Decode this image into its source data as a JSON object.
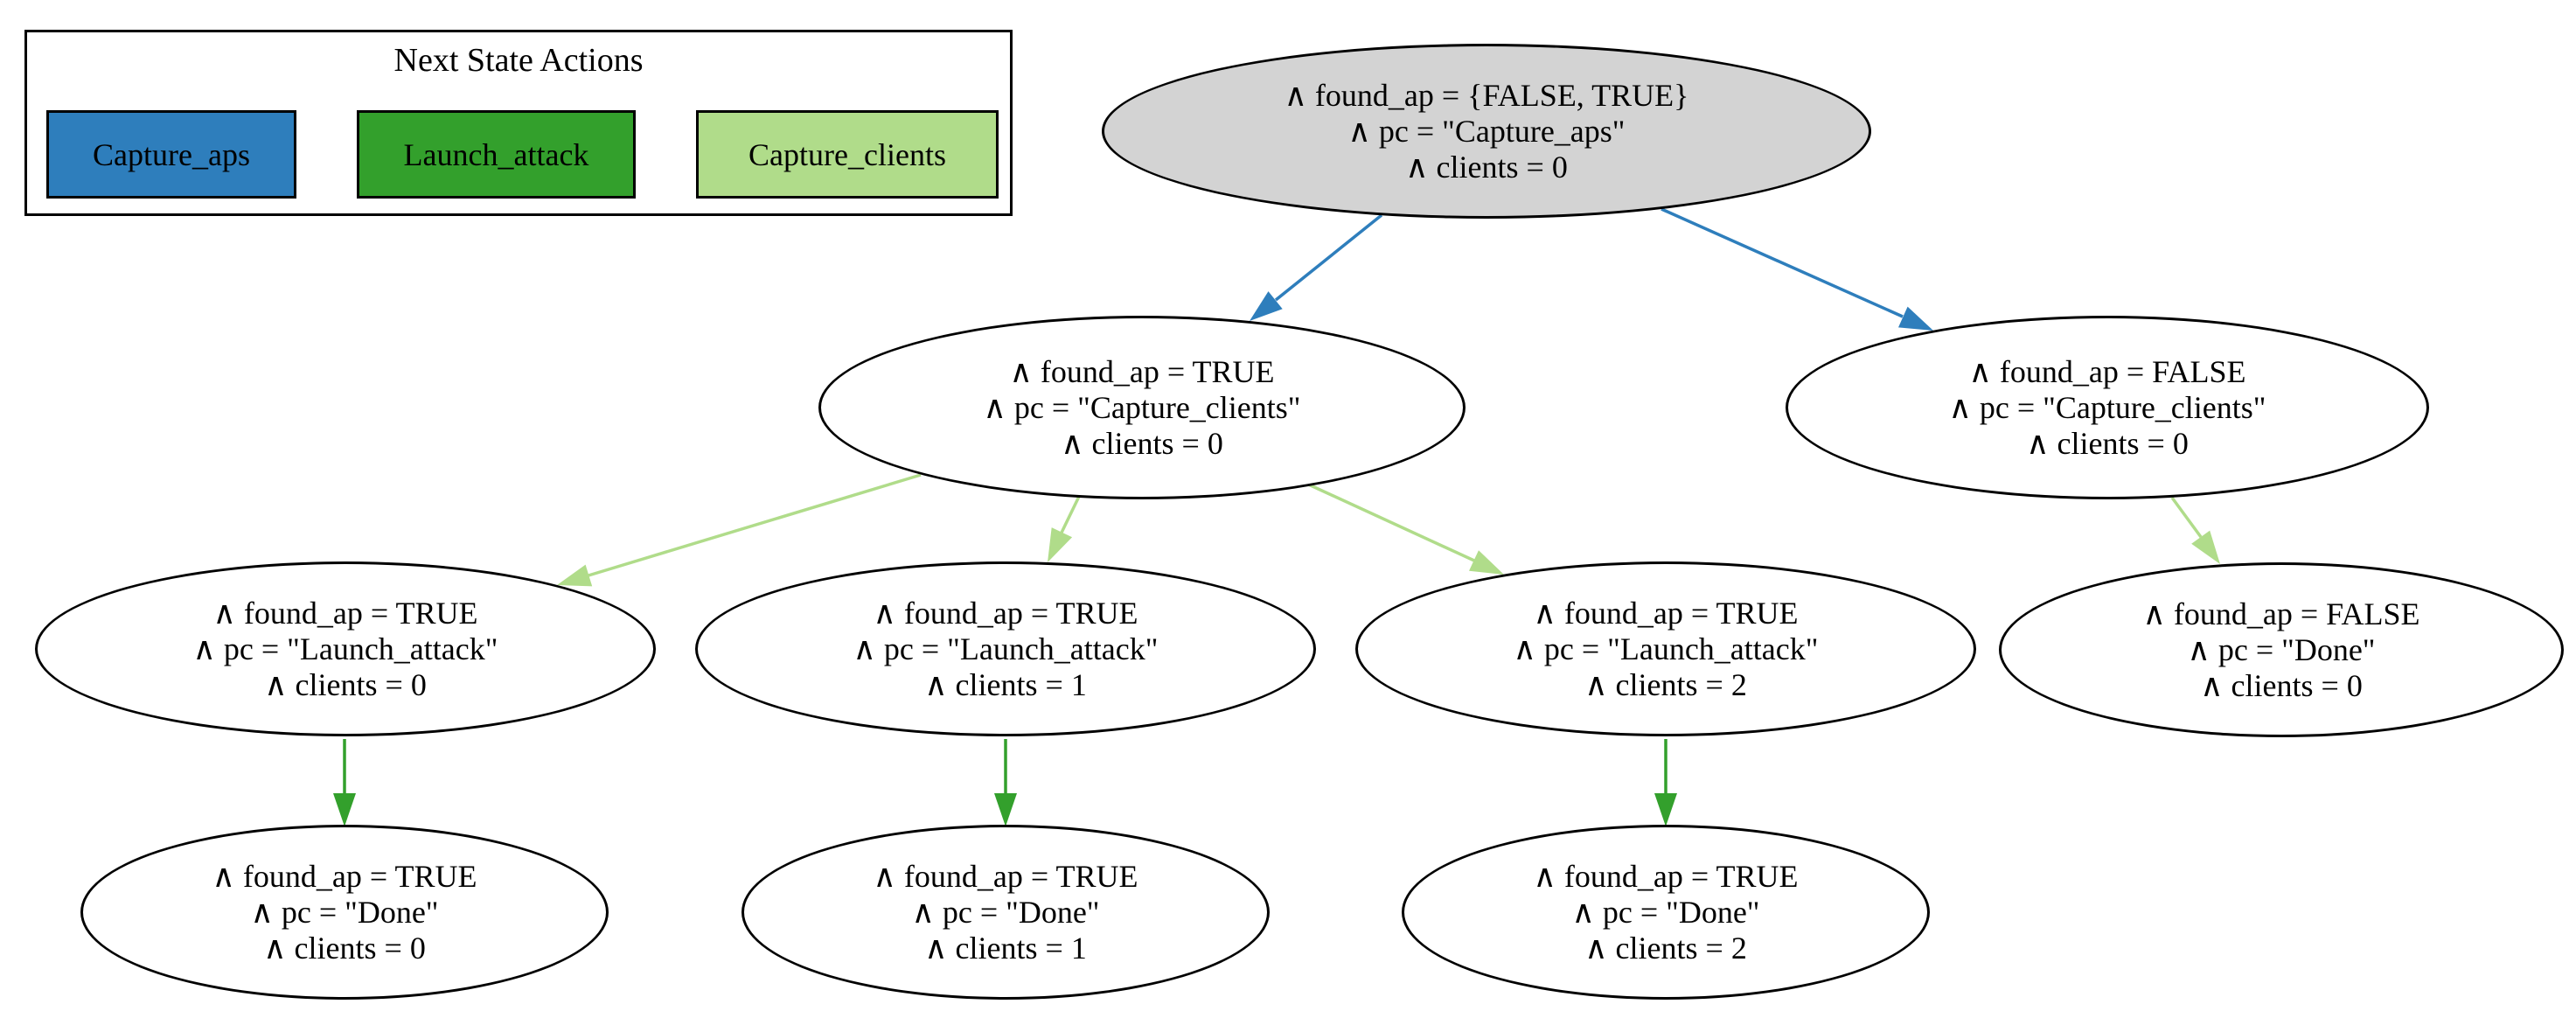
{
  "legend": {
    "title": "Next State Actions",
    "actions": [
      {
        "label": "Capture_aps",
        "color": "#2e7ebc"
      },
      {
        "label": "Launch_attack",
        "color": "#33a02c"
      },
      {
        "label": "Capture_clients",
        "color": "#b0dc8a"
      }
    ]
  },
  "colors": {
    "background": "#ffffff",
    "node_stroke": "#000000",
    "initial_state_fill": "#d3d3d3",
    "state_fill": "#ffffff"
  },
  "nodes": [
    {
      "id": "initial",
      "initial": true,
      "lines": [
        "∧ found_ap = {FALSE, TRUE}",
        "∧ pc = \"Capture_aps\"",
        "∧ clients = 0"
      ]
    },
    {
      "id": "capture-clients-true",
      "initial": false,
      "lines": [
        "∧ found_ap = TRUE",
        "∧ pc = \"Capture_clients\"",
        "∧ clients = 0"
      ]
    },
    {
      "id": "capture-clients-false",
      "initial": false,
      "lines": [
        "∧ found_ap = FALSE",
        "∧ pc = \"Capture_clients\"",
        "∧ clients = 0"
      ]
    },
    {
      "id": "launch-attack-0",
      "initial": false,
      "lines": [
        "∧ found_ap = TRUE",
        "∧ pc = \"Launch_attack\"",
        "∧ clients = 0"
      ]
    },
    {
      "id": "launch-attack-1",
      "initial": false,
      "lines": [
        "∧ found_ap = TRUE",
        "∧ pc = \"Launch_attack\"",
        "∧ clients = 1"
      ]
    },
    {
      "id": "launch-attack-2",
      "initial": false,
      "lines": [
        "∧ found_ap = TRUE",
        "∧ pc = \"Launch_attack\"",
        "∧ clients = 2"
      ]
    },
    {
      "id": "done-false-0",
      "initial": false,
      "lines": [
        "∧ found_ap = FALSE",
        "∧ pc = \"Done\"",
        "∧ clients = 0"
      ]
    },
    {
      "id": "done-0",
      "initial": false,
      "lines": [
        "∧ found_ap = TRUE",
        "∧ pc = \"Done\"",
        "∧ clients = 0"
      ]
    },
    {
      "id": "done-1",
      "initial": false,
      "lines": [
        "∧ found_ap = TRUE",
        "∧ pc = \"Done\"",
        "∧ clients = 1"
      ]
    },
    {
      "id": "done-2",
      "initial": false,
      "lines": [
        "∧ found_ap = TRUE",
        "∧ pc = \"Done\"",
        "∧ clients = 2"
      ]
    }
  ],
  "edges": [
    {
      "from": "initial",
      "to": "capture-clients-true",
      "action": "Capture_aps"
    },
    {
      "from": "initial",
      "to": "capture-clients-false",
      "action": "Capture_aps"
    },
    {
      "from": "capture-clients-true",
      "to": "launch-attack-0",
      "action": "Capture_clients"
    },
    {
      "from": "capture-clients-true",
      "to": "launch-attack-1",
      "action": "Capture_clients"
    },
    {
      "from": "capture-clients-true",
      "to": "launch-attack-2",
      "action": "Capture_clients"
    },
    {
      "from": "capture-clients-false",
      "to": "done-false-0",
      "action": "Capture_clients"
    },
    {
      "from": "launch-attack-0",
      "to": "done-0",
      "action": "Launch_attack"
    },
    {
      "from": "launch-attack-1",
      "to": "done-1",
      "action": "Launch_attack"
    },
    {
      "from": "launch-attack-2",
      "to": "done-2",
      "action": "Launch_attack"
    }
  ]
}
